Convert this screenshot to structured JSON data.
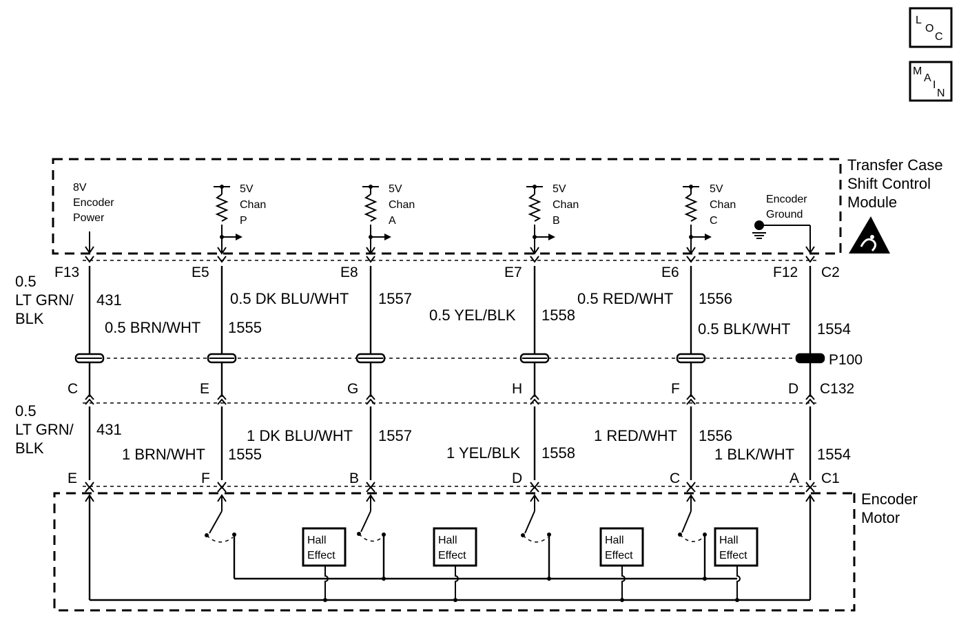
{
  "buttons": {
    "loc": [
      "L",
      "O",
      "C"
    ],
    "main": [
      "M",
      "A",
      "I",
      "N"
    ]
  },
  "module_label": [
    "Transfer Case",
    "Shift Control",
    "Module"
  ],
  "motor_label": [
    "Encoder",
    "Motor"
  ],
  "encoder_power": [
    "8V",
    "Encoder",
    "Power"
  ],
  "encoder_ground": [
    "Encoder",
    "Ground"
  ],
  "channels": [
    {
      "volt": "5V",
      "chan": "Chan",
      "letter": "P"
    },
    {
      "volt": "5V",
      "chan": "Chan",
      "letter": "A"
    },
    {
      "volt": "5V",
      "chan": "Chan",
      "letter": "B"
    },
    {
      "volt": "5V",
      "chan": "Chan",
      "letter": "C"
    }
  ],
  "connectors": {
    "module": "C2",
    "inline": "C132",
    "inline_part": "P100",
    "motor": "C1"
  },
  "circuits": [
    {
      "pin_top": "F13",
      "pin_mid": "C",
      "pin_bot": "E",
      "upper_size": "0.5",
      "upper_color": [
        "LT GRN/",
        "BLK"
      ],
      "lower_size": "0.5",
      "lower_color": [
        "LT GRN/",
        "BLK"
      ],
      "num_upper": "431",
      "num_lower": "431"
    },
    {
      "pin_top": "E5",
      "pin_mid": "E",
      "pin_bot": "F",
      "upper_label": "0.5 BRN/WHT",
      "lower_label": "1 BRN/WHT",
      "num_upper": "1555",
      "num_lower": "1555"
    },
    {
      "pin_top": "E8",
      "pin_mid": "G",
      "pin_bot": "B",
      "upper_label": "0.5 DK BLU/WHT",
      "lower_label": "1 DK BLU/WHT",
      "num_upper": "1557",
      "num_lower": "1557"
    },
    {
      "pin_top": "E7",
      "pin_mid": "H",
      "pin_bot": "D",
      "upper_label": "0.5 YEL/BLK",
      "lower_label": "1 YEL/BLK",
      "num_upper": "1558",
      "num_lower": "1558"
    },
    {
      "pin_top": "E6",
      "pin_mid": "F",
      "pin_bot": "C",
      "upper_label": "0.5 RED/WHT",
      "lower_label": "1 RED/WHT",
      "num_upper": "1556",
      "num_lower": "1556"
    },
    {
      "pin_top": "F12",
      "pin_mid": "D",
      "pin_bot": "A",
      "upper_label": "0.5 BLK/WHT",
      "lower_label": "1 BLK/WHT",
      "num_upper": "1554",
      "num_lower": "1554"
    }
  ],
  "hall_effect": [
    "Hall",
    "Effect"
  ]
}
